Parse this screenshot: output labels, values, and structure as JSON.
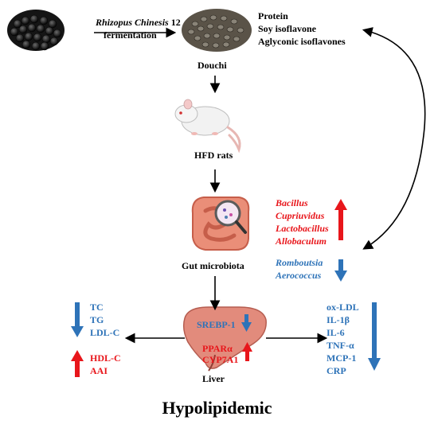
{
  "nodes": {
    "fermentation": {
      "italic": "Rhizopus Chinesis",
      "num": "12",
      "line2": "fermentation"
    },
    "douchi": "Douchi",
    "douchi_components": [
      "Protein",
      "Soy isoflavone",
      "Aglyconic isoflavones"
    ],
    "rats": "HFD rats",
    "gut": "Gut microbiota",
    "liver": "Liver",
    "outcome": "Hypolipidemic"
  },
  "bacteria_up": [
    "Bacillus",
    "Cupriuvidus",
    "Lactobacillus",
    "Allobaculum"
  ],
  "bacteria_down": [
    "Romboutsia",
    "Aerococcus"
  ],
  "lipids_down": [
    "TC",
    "TG",
    "LDL-C"
  ],
  "lipids_up": [
    "HDL-C",
    "AAI"
  ],
  "liver_genes": {
    "down": "SREBP-1",
    "up": [
      "PPARα",
      "CYP7A1"
    ]
  },
  "inflammation_down": [
    "ox-LDL",
    "IL-1β",
    "IL-6",
    "TNF-α",
    "MCP-1",
    "CRP"
  ],
  "colors": {
    "up": "#e8161b",
    "down": "#2e73b8",
    "liver": "#e28b7c",
    "arrow": "#000000"
  }
}
